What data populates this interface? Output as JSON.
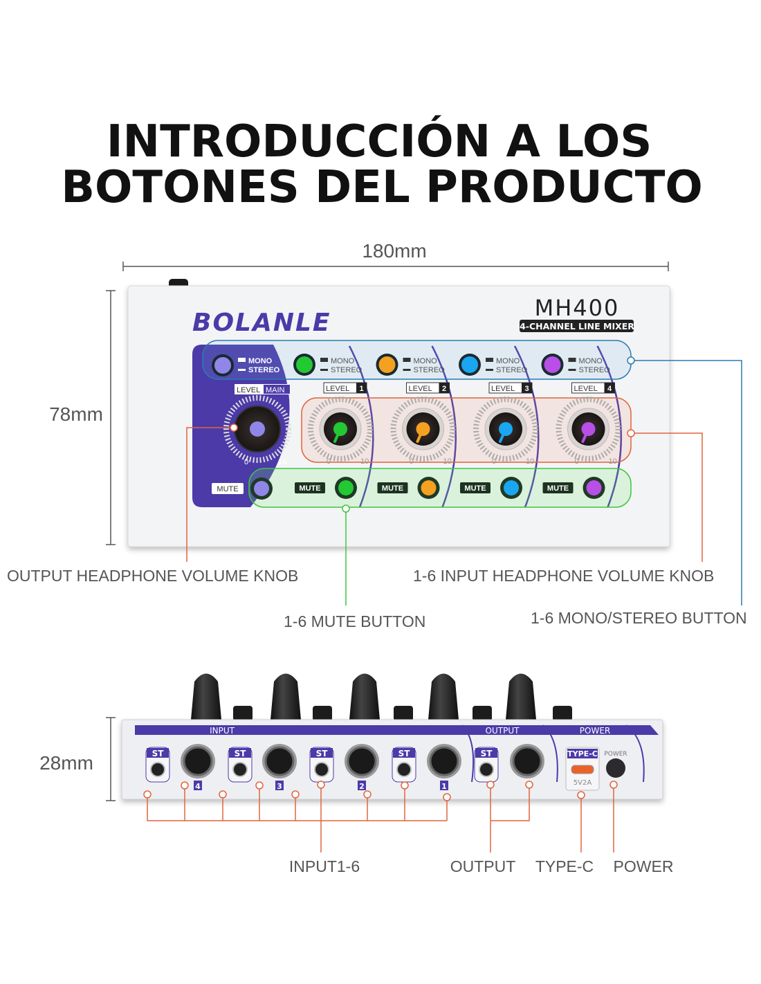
{
  "title": {
    "line1": "INTRODUCCIÓN A LOS",
    "line2": "BOTONES DEL PRODUCTO"
  },
  "dimensions": {
    "width": "180mm",
    "height_front": "78mm",
    "height_back": "28mm"
  },
  "front_panel": {
    "brand": "BOLANLE",
    "model": "MH400",
    "subtitle": "4-CHANNEL LINE MIXER",
    "mono": "MONO",
    "stereo": "STEREO",
    "level": "LEVEL",
    "main": "MAIN",
    "mute": "MUTE",
    "scale_min": "0",
    "scale_max": "10",
    "main_color": "#8f86e8",
    "accent_purple": "#4b3aa8",
    "channels": [
      {
        "number": "1",
        "color": "#22c933"
      },
      {
        "number": "2",
        "color": "#f4a020"
      },
      {
        "number": "3",
        "color": "#1aa6f0"
      },
      {
        "number": "4",
        "color": "#b84fe6"
      }
    ]
  },
  "front_callouts": {
    "output_knob": "OUTPUT HEADPHONE VOLUME KNOB",
    "input_knob": "1-6 INPUT HEADPHONE VOLUME KNOB",
    "mute": "1-6 MUTE BUTTON",
    "mono_stereo": "1-6 MONO/STEREO BUTTON"
  },
  "back_panel": {
    "input": "INPUT",
    "output": "OUTPUT",
    "power": "POWER",
    "st": "ST",
    "type_c": "TYPE-C",
    "power_button": "POWER",
    "rating": "5V2A",
    "jack_numbers": [
      "4",
      "3",
      "2",
      "1"
    ]
  },
  "back_callouts": {
    "input": "INPUT1-6",
    "output": "OUTPUT",
    "type_c": "TYPE-C",
    "power": "POWER"
  }
}
